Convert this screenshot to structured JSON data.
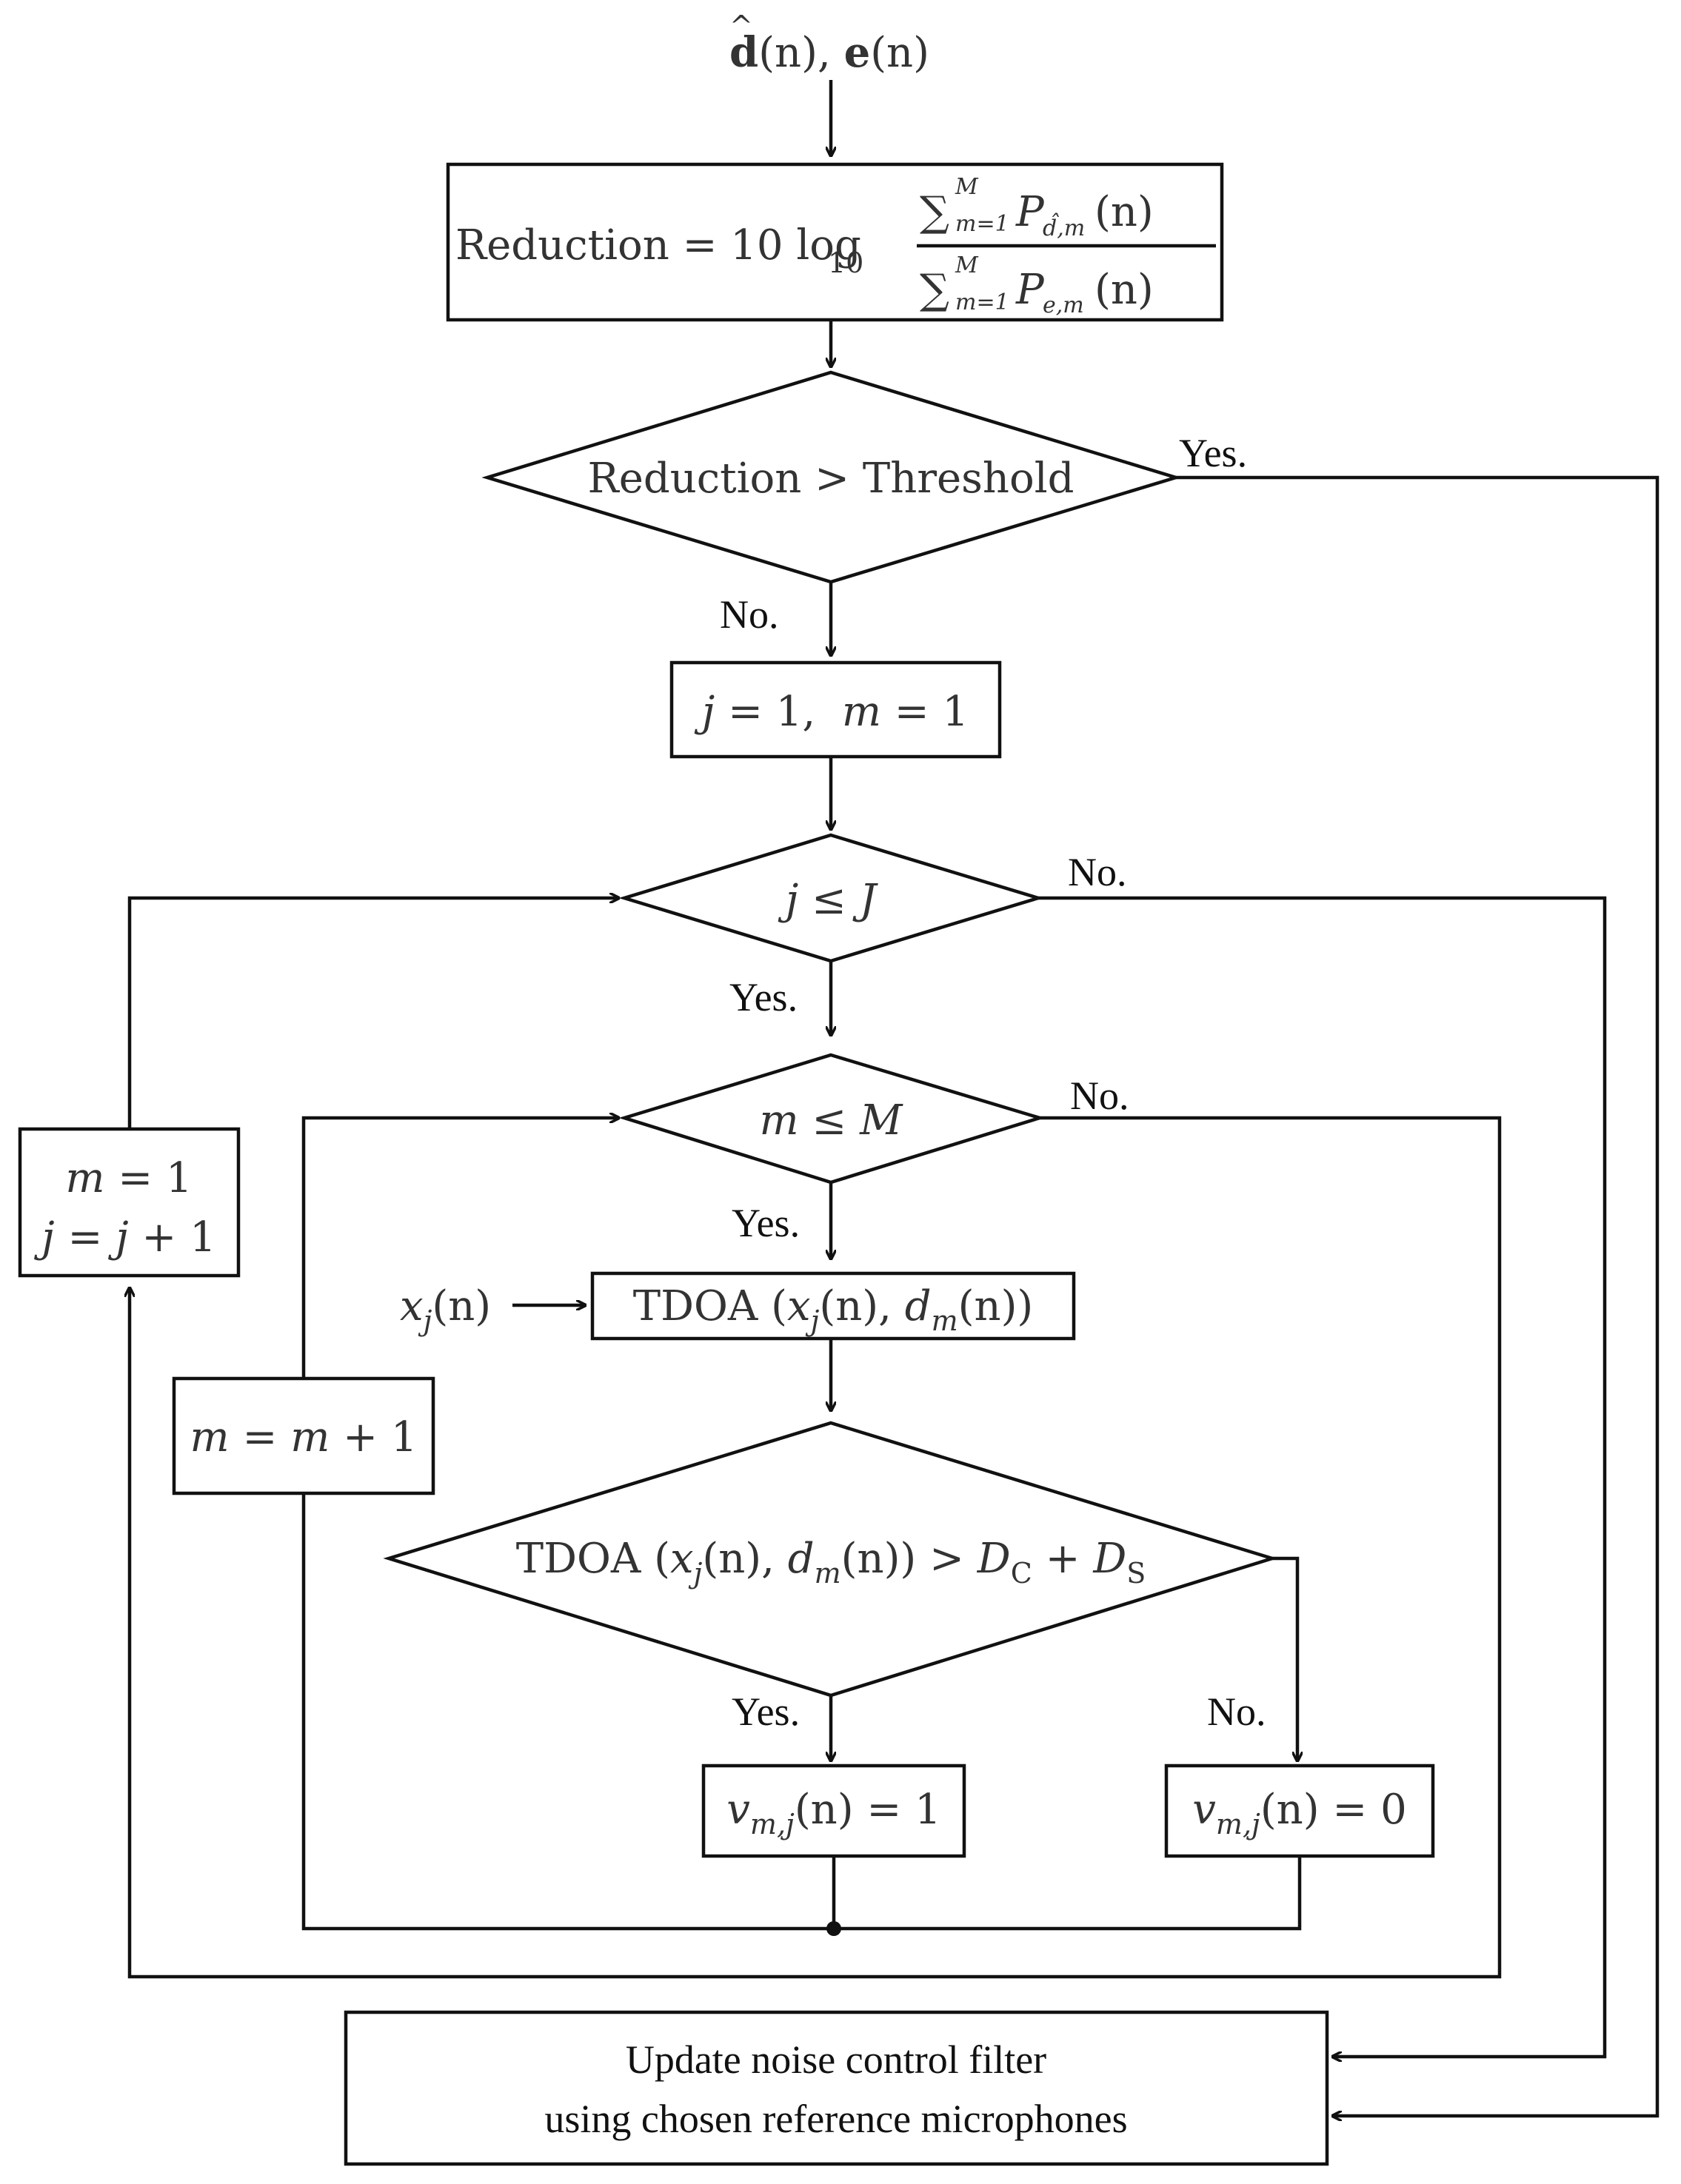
{
  "input": {
    "d_hat": "d",
    "hat_mark": "^",
    "n_arg": "(n),",
    "e": "e",
    "n_arg2": "(n)"
  },
  "reduction_box": {
    "lhs": "Reduction = 10 log",
    "log_base": "10",
    "sum": "∑",
    "sum_upper": "M",
    "sum_lower": "m=1",
    "num_P": "P",
    "num_sub": "d̂,m",
    "num_arg": "(n)",
    "den_P": "P",
    "den_sub": "e,m",
    "den_arg": "(n)"
  },
  "threshold_decision": {
    "text": "Reduction > Threshold",
    "yes_label": "Yes.",
    "no_label": "No."
  },
  "init_box": {
    "j": "j",
    "eq1": " = 1,  ",
    "m": "m",
    "eq2": " = 1"
  },
  "j_decision": {
    "j": "j",
    "op": " ≤ ",
    "J": "J",
    "no_label": "No.",
    "yes_label": "Yes."
  },
  "m_decision": {
    "m": "m",
    "op": " ≤ ",
    "M": "M",
    "no_label": "No.",
    "yes_label": "Yes."
  },
  "reset_box": {
    "line1_m": "m",
    "line1_rest": " = 1",
    "line2_j": "j",
    "line2_eq": " = ",
    "line2_j2": "j",
    "line2_rest": " + 1"
  },
  "input_signal": {
    "x": "x",
    "sub": "j",
    "arg": "(n)"
  },
  "tdoa_box": {
    "func": "TDOA",
    "open": " (",
    "x": "x",
    "x_sub": "j",
    "mid": "(n), ",
    "d": "d",
    "d_sub": "m",
    "close": "(n))"
  },
  "increment_box": {
    "m": "m",
    "eq": " = ",
    "m2": "m",
    "rest": " + 1"
  },
  "tdoa_decision": {
    "func": "TDOA",
    "open": " (",
    "x": "x",
    "x_sub": "j",
    "mid": "(n), ",
    "d": "d",
    "d_sub": "m",
    "close": "(n)) > ",
    "dc": "D",
    "dc_sub": "C",
    "plus": " + ",
    "ds": "D",
    "ds_sub": "S",
    "yes_label": "Yes.",
    "no_label": "No."
  },
  "v1_box": {
    "v": "v",
    "sub": "m,j",
    "rest": "(n) = 1"
  },
  "v0_box": {
    "v": "v",
    "sub": "m,j",
    "rest": "(n) = 0"
  },
  "update_box": {
    "line1": "Update noise control filter",
    "line2": "using chosen reference microphones"
  }
}
